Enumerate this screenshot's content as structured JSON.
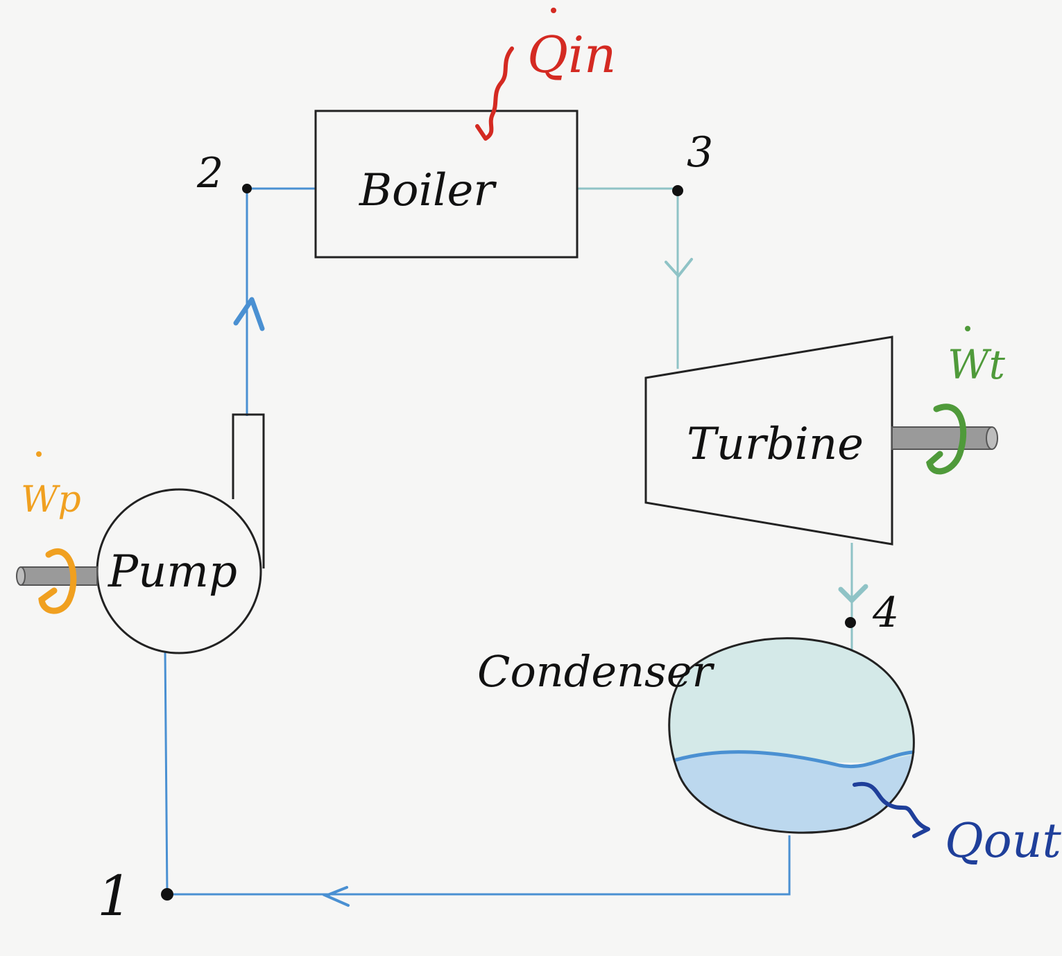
{
  "components": {
    "boiler": "Boiler",
    "turbine": "Turbine",
    "pump": "Pump",
    "condenser": "Condenser"
  },
  "states": {
    "p1": "1",
    "p2": "2",
    "p3": "3",
    "p4": "4"
  },
  "energy": {
    "q_in": "Qin",
    "q_out": "Qout",
    "w_turbine": "Wt",
    "w_pump": "Wp"
  },
  "colors": {
    "pipe": "#4a90d2",
    "pipe_hot": "#8fc3c6",
    "heat_in": "#d42a22",
    "heat_out": "#1f3f9a",
    "work_turbine": "#4f9a3a",
    "work_pump": "#f0a020",
    "outline": "#222222",
    "condenser_vapor": "#d4e9e8",
    "condenser_liquid": "#bcd8ee"
  }
}
